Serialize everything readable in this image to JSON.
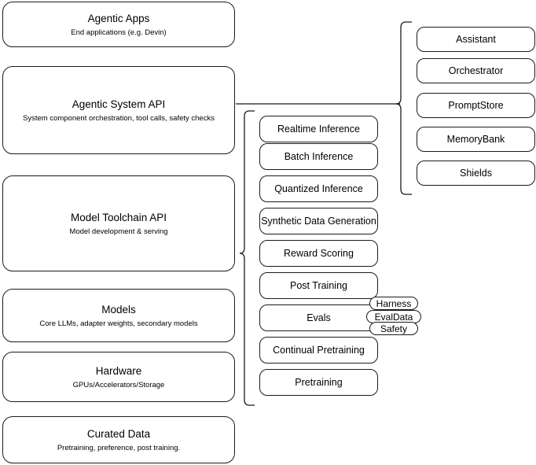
{
  "diagram": {
    "title": "AI stack layers",
    "stroke_color": "#1b1b1b",
    "background_color": "#ffffff"
  },
  "layers": [
    {
      "id": "agentic-apps",
      "title": "Agentic Apps",
      "subtitle": "End applications (e.g. Devin)"
    },
    {
      "id": "agentic-system-api",
      "title": "Agentic System API",
      "subtitle": "System component orchestration, tool calls, safety checks"
    },
    {
      "id": "model-toolchain-api",
      "title": "Model Toolchain API",
      "subtitle": "Model development & serving"
    },
    {
      "id": "models",
      "title": "Models",
      "subtitle": "Core LLMs, adapter weights, secondary models"
    },
    {
      "id": "hardware",
      "title": "Hardware",
      "subtitle": "GPUs/Accelerators/Storage"
    },
    {
      "id": "curated-data",
      "title": "Curated Data",
      "subtitle": "Pretraining, preference, post training."
    }
  ],
  "toolchain_components": [
    {
      "id": "realtime-inference",
      "label": "Realtime Inference"
    },
    {
      "id": "batch-inference",
      "label": "Batch Inference"
    },
    {
      "id": "quantized-inference",
      "label": "Quantized Inference"
    },
    {
      "id": "synthetic-data-generation",
      "label": "Synthetic Data Generation"
    },
    {
      "id": "reward-scoring",
      "label": "Reward Scoring"
    },
    {
      "id": "post-training",
      "label": "Post Training"
    },
    {
      "id": "evals",
      "label": "Evals"
    },
    {
      "id": "continual-pretraining",
      "label": "Continual Pretraining"
    },
    {
      "id": "pretraining",
      "label": "Pretraining"
    }
  ],
  "system_components": [
    {
      "id": "assistant",
      "label": "Assistant"
    },
    {
      "id": "orchestrator",
      "label": "Orchestrator"
    },
    {
      "id": "promptstore",
      "label": "PromptStore"
    },
    {
      "id": "memorybank",
      "label": "MemoryBank"
    },
    {
      "id": "shields",
      "label": "Shields"
    }
  ],
  "evals_subcomponents": [
    {
      "id": "harness",
      "label": "Harness"
    },
    {
      "id": "evaldata",
      "label": "EvalData"
    },
    {
      "id": "safety",
      "label": "Safety"
    }
  ]
}
